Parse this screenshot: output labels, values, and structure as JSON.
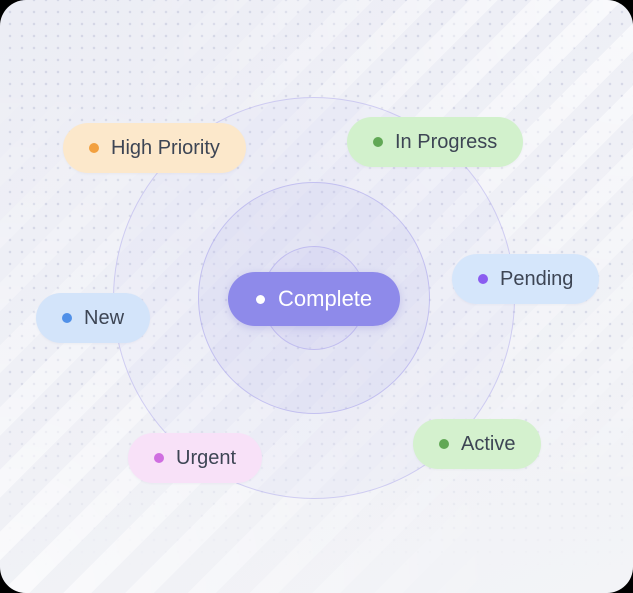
{
  "canvas": {
    "outer_background": "#000000",
    "card_background_top": "#ecedf5",
    "card_background_bottom": "#f3f4f7",
    "ring_border": "#a8a2eb",
    "ring_fill": "#c5c1f2",
    "dot_pattern_color": "#9ea4c4",
    "stripe_color": "#ffffff"
  },
  "center_tag": {
    "label": "Complete",
    "bg": "#8e8aea",
    "dot": "#ffffff",
    "text": "#ffffff"
  },
  "tags": [
    {
      "label": "High Priority",
      "bg": "#fce8cb",
      "dot": "#f2a03f",
      "text": "#3d4554"
    },
    {
      "label": "In Progress",
      "bg": "#d2f1cc",
      "dot": "#61a855",
      "text": "#3d4554"
    },
    {
      "label": "Pending",
      "bg": "#d5e6fb",
      "dot": "#8a5cf0",
      "text": "#3d4554"
    },
    {
      "label": "New",
      "bg": "#d3e4fa",
      "dot": "#5090e8",
      "text": "#3d4554"
    },
    {
      "label": "Urgent",
      "bg": "#f8e1f8",
      "dot": "#cf6ee0",
      "text": "#3d4554"
    },
    {
      "label": "Active",
      "bg": "#d4f1ce",
      "dot": "#61a855",
      "text": "#3d4554"
    }
  ]
}
